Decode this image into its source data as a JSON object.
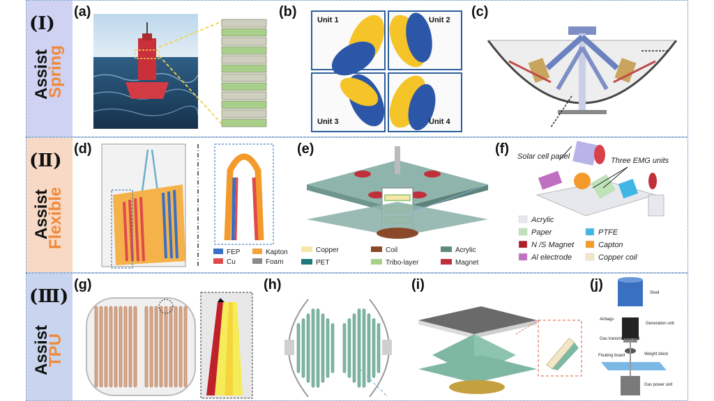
{
  "rows": [
    {
      "numeral": "(Ⅰ)",
      "title": "Spring",
      "subtitle": "Assist"
    },
    {
      "numeral": "(Ⅱ)",
      "title": "Flexible",
      "subtitle": "Assist"
    },
    {
      "numeral": "(Ⅲ)",
      "title": "TPU",
      "subtitle": "Assist"
    }
  ],
  "panels": {
    "a": "(a)",
    "b": "(b)",
    "c": "(c)",
    "d": "(d)",
    "e": "(e)",
    "f": "(f)",
    "g": "(g)",
    "h": "(h)",
    "i": "(i)",
    "j": "(j)"
  },
  "b_units": [
    "Unit 1",
    "Unit 2",
    "Unit 3",
    "Unit 4"
  ],
  "d_legend": [
    {
      "label": "FEP",
      "color": "#3a6fc4"
    },
    {
      "label": "Kapton",
      "color": "#f3a33a"
    },
    {
      "label": "Cu",
      "color": "#e04a4a"
    },
    {
      "label": "Foam",
      "color": "#8a8a8a"
    }
  ],
  "e_legend": [
    {
      "label": "Copper",
      "color": "#f6e7a6"
    },
    {
      "label": "Coil",
      "color": "#8a4a2a"
    },
    {
      "label": "Acrylic",
      "color": "#5f8a80"
    },
    {
      "label": "PET",
      "color": "#1e7a7a"
    },
    {
      "label": "Tribo-layer",
      "color": "#a8d08a"
    },
    {
      "label": "Magnet",
      "color": "#c0303a"
    }
  ],
  "f_annotations": {
    "solar": "Solar cell panel",
    "emg": "Three EMG units"
  },
  "f_legend": [
    {
      "label": "Acrylic",
      "color": "#e6e8ee"
    },
    {
      "label": "Paper",
      "color": "#bfe3b8"
    },
    {
      "label": "PTFE",
      "color": "#3fb6e6"
    },
    {
      "label": "N /S Magnet",
      "color": "#b0202a"
    },
    {
      "label": "Capton",
      "color": "#f39a2a"
    },
    {
      "label": "Al electrode",
      "color": "#c070c0"
    },
    {
      "label": "Copper coil",
      "color": "#f3e7c8"
    }
  ],
  "j_labels": {
    "shell": "Shell",
    "airbags": "Airbags",
    "generation": "Generation unit",
    "gas_trans": "Gas transmission unit",
    "weight": "Weight block",
    "floating": "Floating board",
    "gas_power": "Gas power unit"
  }
}
